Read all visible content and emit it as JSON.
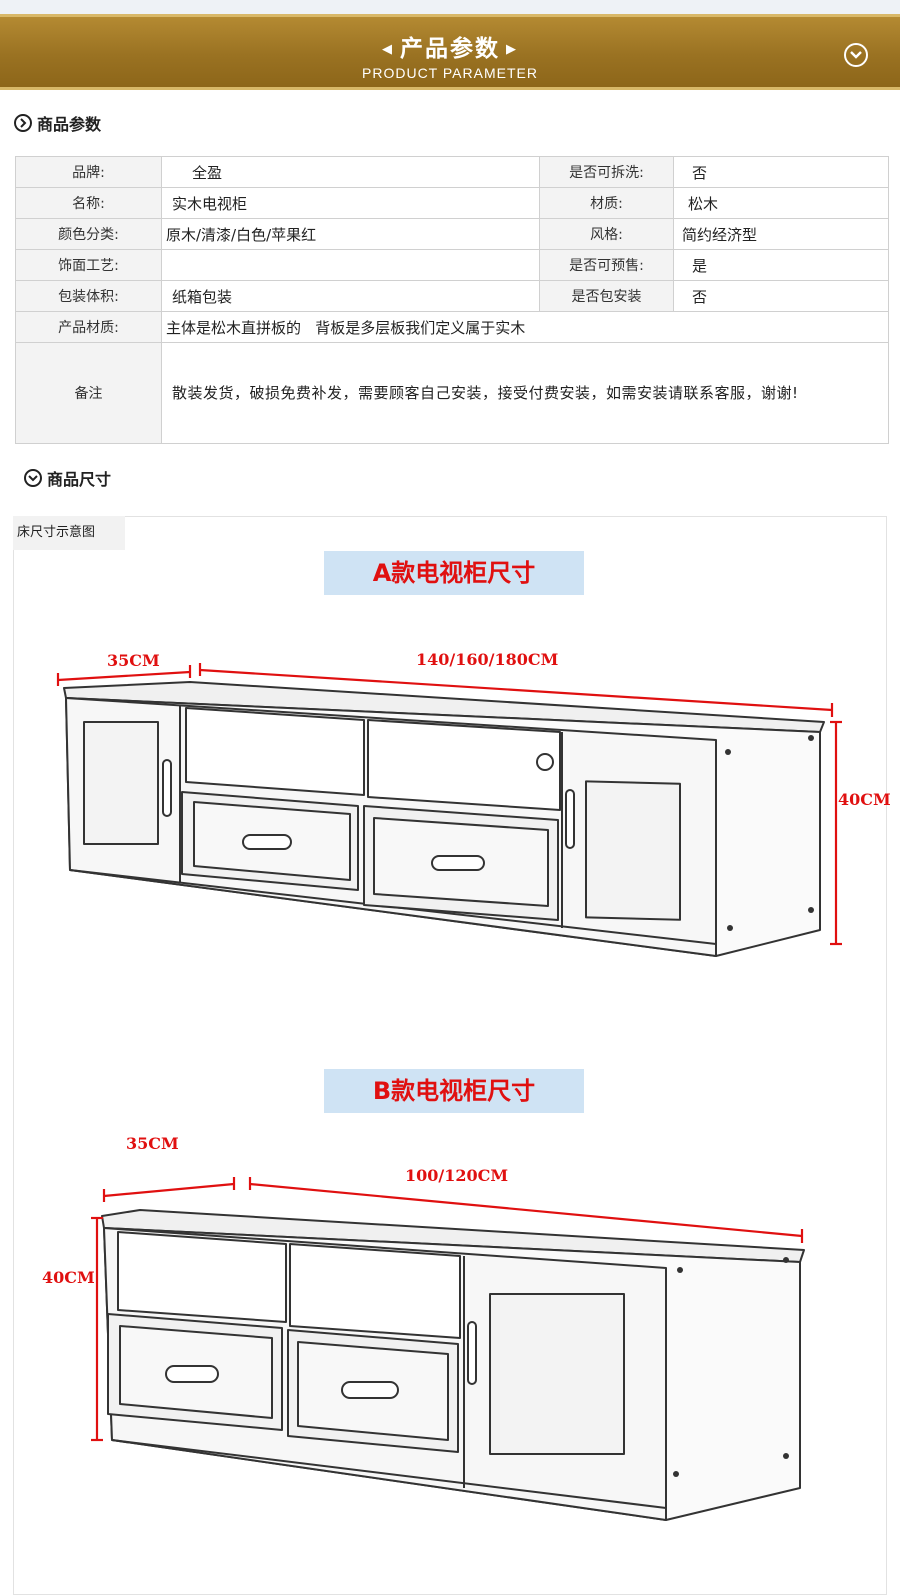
{
  "banner": {
    "title": "产品参数",
    "subtitle": "PRODUCT PARAMETER"
  },
  "sections": {
    "params_title": "商品参数",
    "size_title": "商品尺寸"
  },
  "params": {
    "brand_label": "品牌:",
    "brand_value": "全盈",
    "detachable_label": "是否可拆洗:",
    "detachable_value": "否",
    "name_label": "名称:",
    "name_value": "实木电视柜",
    "material_label": "材质:",
    "material_value": "松木",
    "color_label": "颜色分类:",
    "color_value": "原木/清漆/白色/苹果红",
    "style_label": "风格:",
    "style_value": "简约经济型",
    "finish_label": "饰面工艺:",
    "finish_value": "",
    "presale_label": "是否可预售:",
    "presale_value": "是",
    "package_label": "包装体积:",
    "package_value": "纸箱包装",
    "install_label": "是否包安装",
    "install_value": "否",
    "product_material_label": "产品材质:",
    "product_material_value": "主体是松木直拼板的   背板是多层板我们定义属于实木",
    "note_label": "备注",
    "note_value": "散装发货，破损免费补发，需要顾客自己安装，接受付费安装，如需安装请联系客服，谢谢!"
  },
  "diagram": {
    "tab_label": "床尺寸示意图",
    "model_a": {
      "title": "A款电视柜尺寸",
      "depth": "35CM",
      "width": "140/160/180CM",
      "height": "40CM"
    },
    "model_b": {
      "title": "B款电视柜尺寸",
      "depth": "35CM",
      "width": "100/120CM",
      "height": "40CM"
    }
  },
  "colors": {
    "banner_gold": "#9a7222",
    "dimension_red": "#e01010",
    "title_bg": "#cfe3f4"
  }
}
